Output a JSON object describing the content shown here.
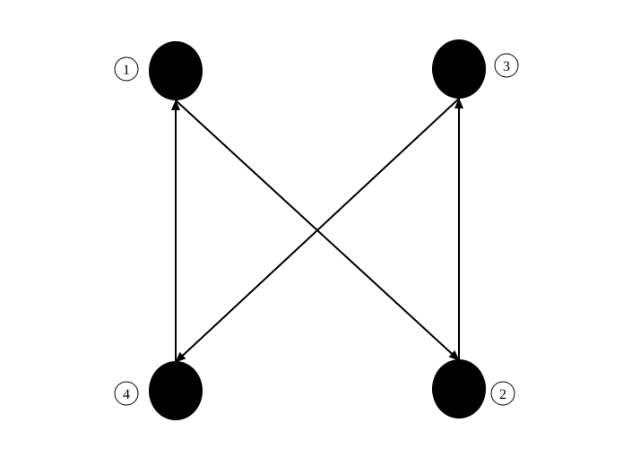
{
  "diagram": {
    "type": "directed-graph",
    "node_color": "#000000",
    "edge_color": "#000000",
    "label_style": "circled-number",
    "nodes": [
      {
        "id": "1",
        "label": "1"
      },
      {
        "id": "2",
        "label": "2"
      },
      {
        "id": "3",
        "label": "3"
      },
      {
        "id": "4",
        "label": "4"
      }
    ],
    "edges": [
      {
        "from": "4",
        "to": "1"
      },
      {
        "from": "2",
        "to": "3"
      },
      {
        "from": "1",
        "to": "2"
      },
      {
        "from": "3",
        "to": "4"
      }
    ]
  }
}
